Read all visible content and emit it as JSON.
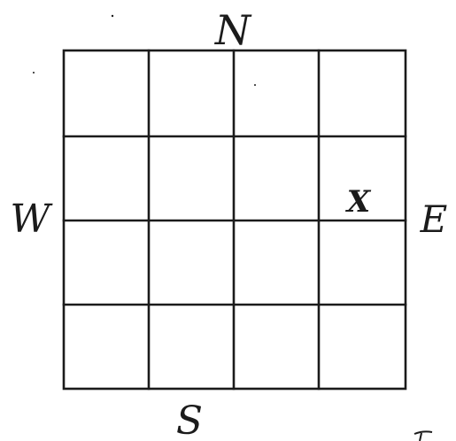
{
  "diagram": {
    "rows": 4,
    "cols": 4,
    "ink_color": "#1b1b1b",
    "background": "#ffffff",
    "directions": {
      "north": "N",
      "south": "S",
      "east": "E",
      "west": "W"
    },
    "marker": {
      "symbol": "X",
      "row": 1,
      "col": 3
    }
  }
}
